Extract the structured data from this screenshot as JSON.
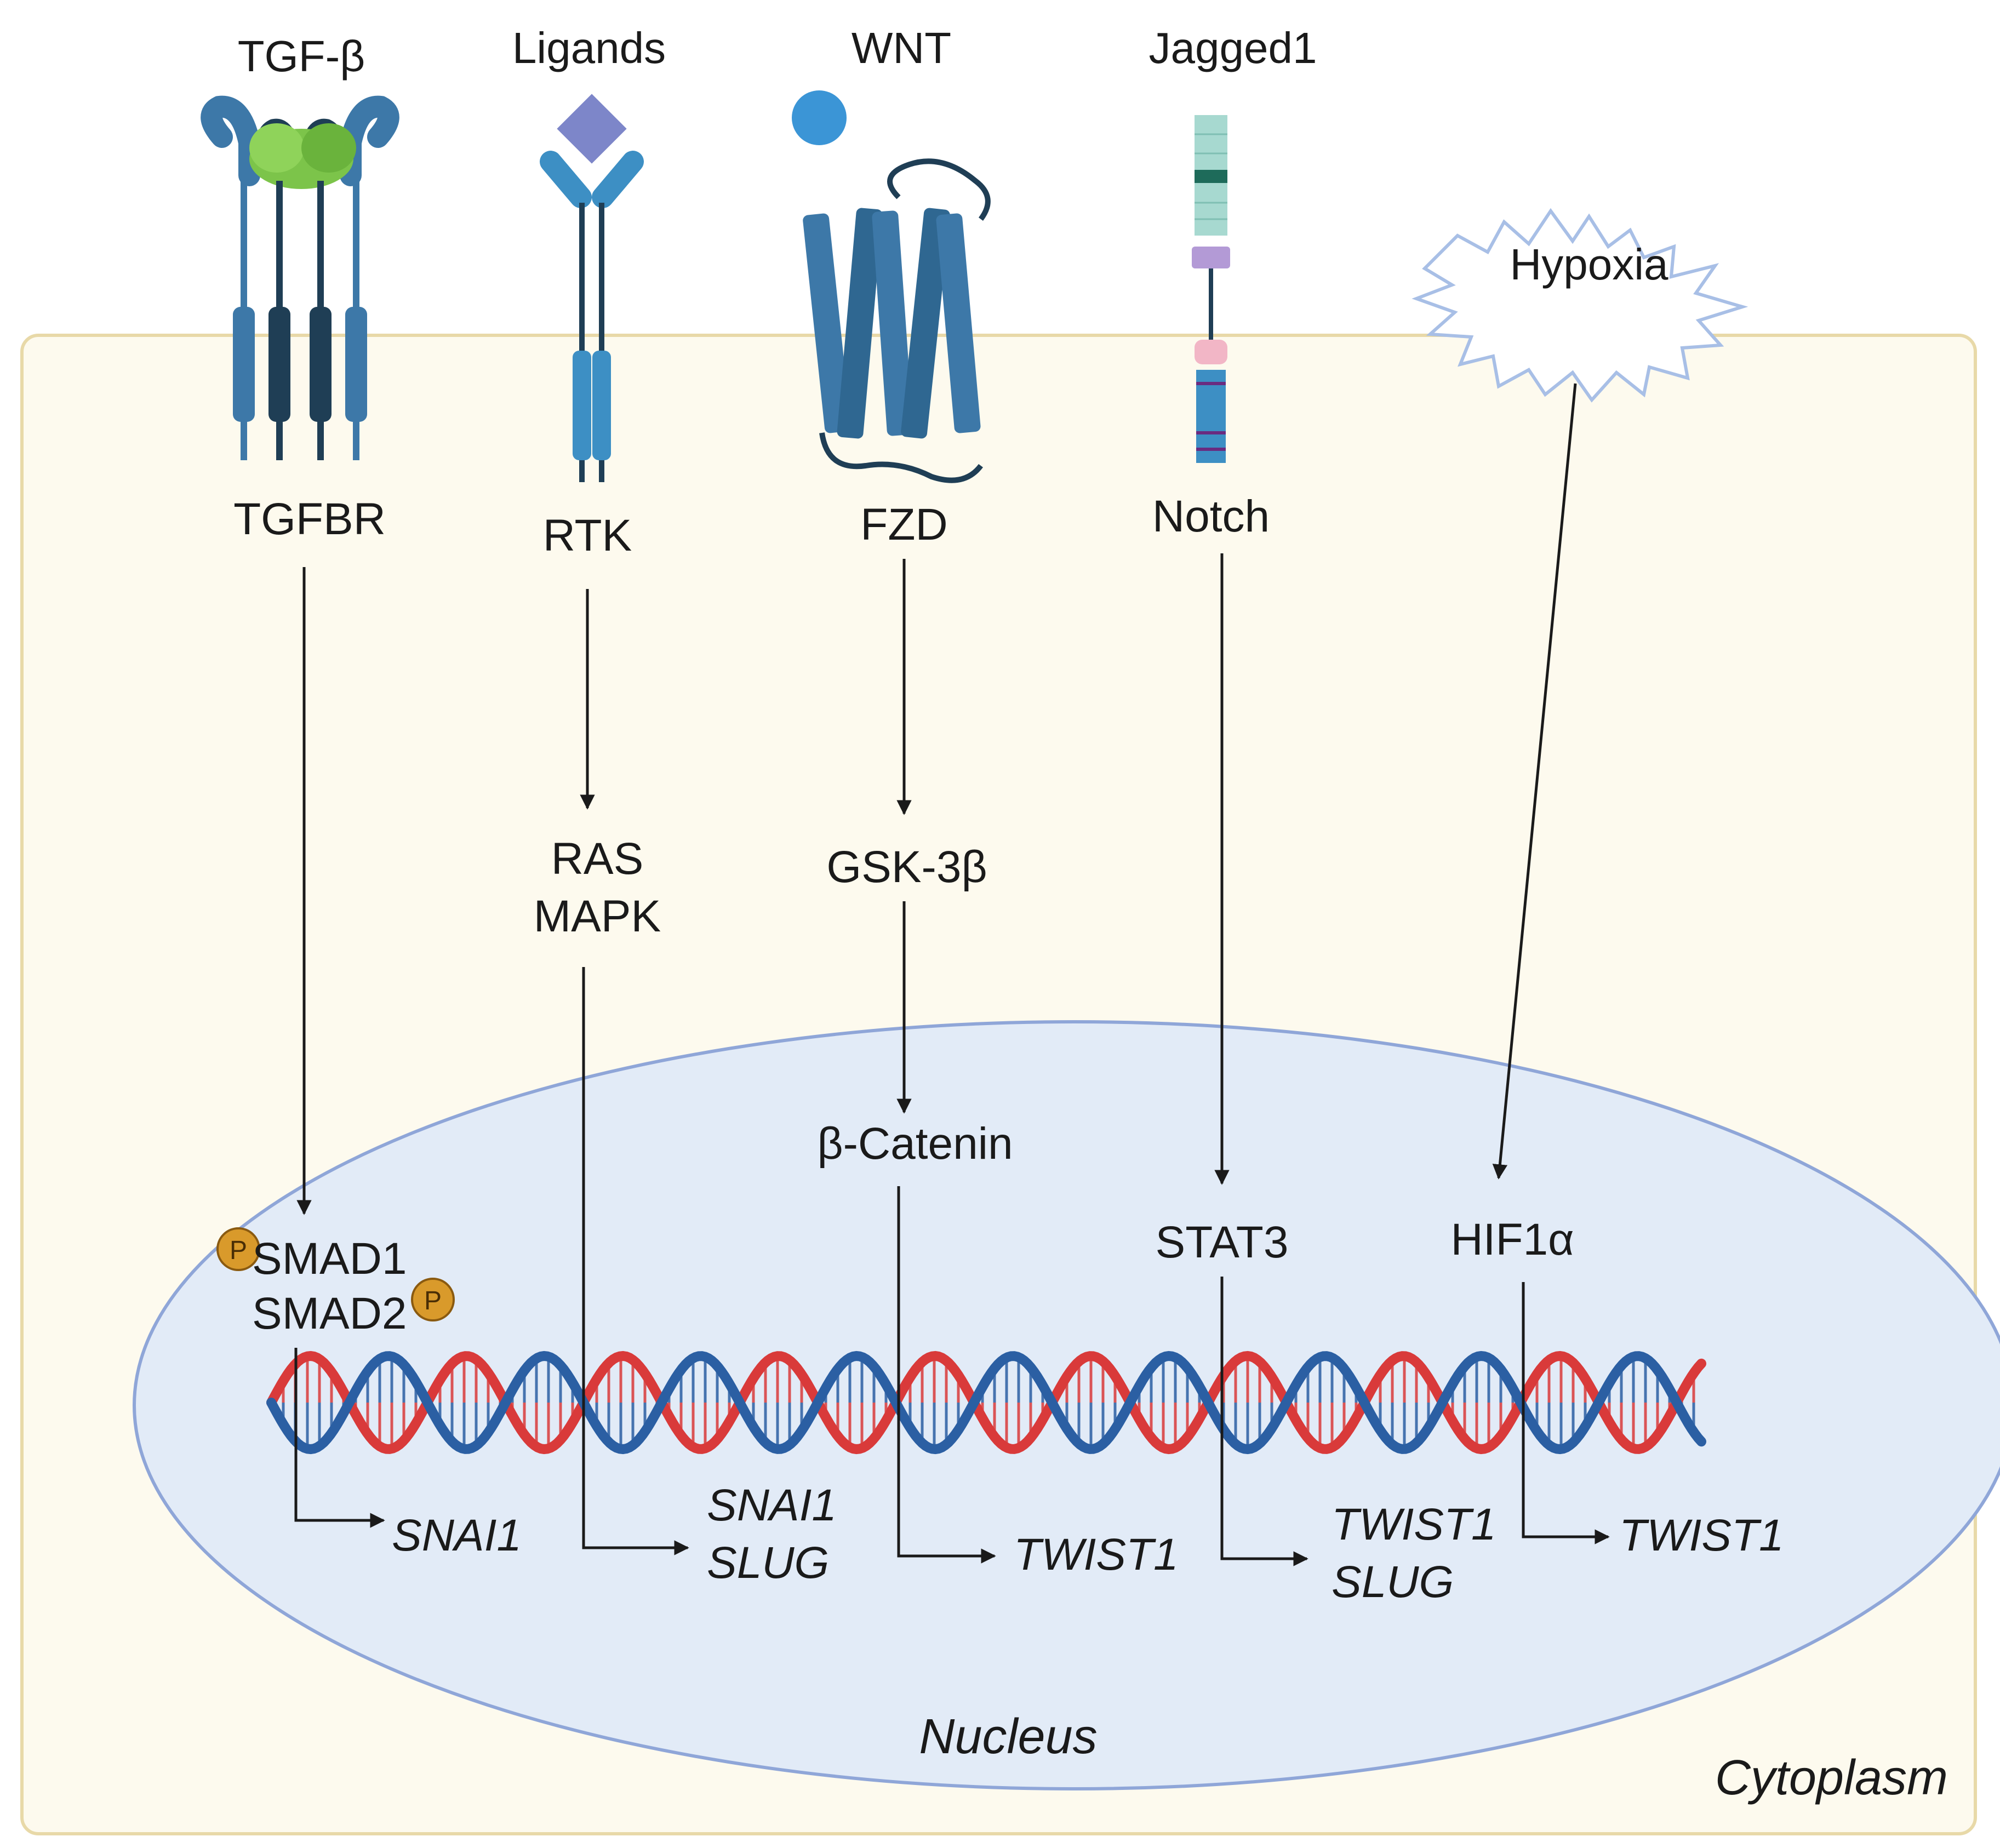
{
  "ligands": {
    "tgfb": "TGF-β",
    "ligands": "Ligands",
    "wnt": "WNT",
    "jagged1": "Jagged1",
    "hypoxia": "Hypoxia"
  },
  "receptors": {
    "tgfbr": "TGFBR",
    "rtk": "RTK",
    "fzd": "FZD",
    "notch": "Notch"
  },
  "intermediates": {
    "ras": "RAS",
    "mapk": "MAPK",
    "gsk3b": "GSK-3β",
    "bcatenin": "β-Catenin",
    "smad1": "SMAD1",
    "smad2": "SMAD2",
    "stat3": "STAT3",
    "hif1a": "HIF1α",
    "phospho": "P"
  },
  "genes": {
    "smad_target": "SNAI1",
    "mapk_target_1": "SNAI1",
    "mapk_target_2": "SLUG",
    "catenin_target": "TWIST1",
    "stat3_target_1": "TWIST1",
    "stat3_target_2": "SLUG",
    "hif_target": "TWIST1"
  },
  "regions": {
    "nucleus": "Nucleus",
    "cytoplasm": "Cytoplasm"
  },
  "colors": {
    "cytoplasm_fill": "#fdfaee",
    "cytoplasm_border": "#e8d9a8",
    "nucleus_fill": "#e2ebf7",
    "nucleus_border": "#8fa6d8",
    "receptor_blue": "#3d78a8",
    "receptor_dark": "#1f3e55",
    "tgfb_green": "#7cc44a",
    "rtk_ligand": "#7d86c9",
    "wnt_ball": "#3b95d6",
    "dna_blue": "#2b5fa3",
    "dna_red": "#d93a3a",
    "phospho": "#d99a2b"
  }
}
